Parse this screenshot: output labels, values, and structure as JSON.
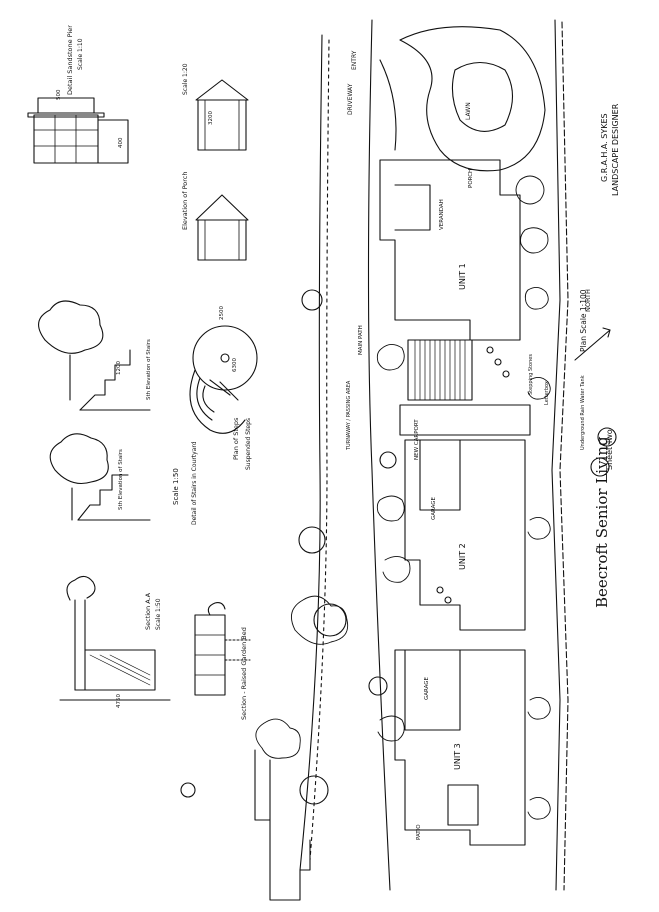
{
  "sheet": {
    "title": "Beecroft Senior Living",
    "designer": "G.R.A.H.A. SYKES",
    "designer_role": "LANDSCAPE DESIGNER",
    "sheet_label": "Sheet Two",
    "plan_scale": "Plan Scale 1:100",
    "north": "NORTH"
  },
  "site": {
    "units": [
      "UNIT 1",
      "UNIT 2",
      "UNIT 3"
    ],
    "verandah": "VERANDAH",
    "carport": "NEW CARPORT",
    "garage_1": "GARAGE",
    "garage_2": "GARAGE",
    "patio": "PATIO",
    "porch": "PORCH",
    "lawn": "LAWN",
    "driveway": "DRIVEWAY",
    "entry": "ENTRY",
    "main_path": "MAIN PATH",
    "turnaway": "TURNAWAY / PASSING AREA",
    "stepping_stones": "Stepping Stones",
    "letterbox": "Letterbox",
    "rain_tank": "Underground Rain Water Tank"
  },
  "details": {
    "pier_detail": "Detail Sandstone Pier",
    "pier_scale": "Scale 1:10",
    "porch_elevation": "Elevation of Porch",
    "porch_scale": "Scale 1:20",
    "stairs_elevation_1": "Sth Elevation of Stairs",
    "stairs_elevation_2": "Sth Elevation of Stairs",
    "steps_scale": "Scale 1:50",
    "steps_plan": "Plan of Steps",
    "steps_sub": "Suspended Steps",
    "stairs_detail": "Detail of Stairs in Courtyard",
    "section_aa": "Section A.A",
    "section_aa_scale": "Scale 1:50",
    "section_bed": "Section - Raised Garden Bed",
    "dim_4750": "4750",
    "dim_2500": "2500",
    "dim_3200": "3200",
    "dim_1200": "1200",
    "dim_6300": "6300",
    "dim_400": "400",
    "dim_500": "500"
  }
}
